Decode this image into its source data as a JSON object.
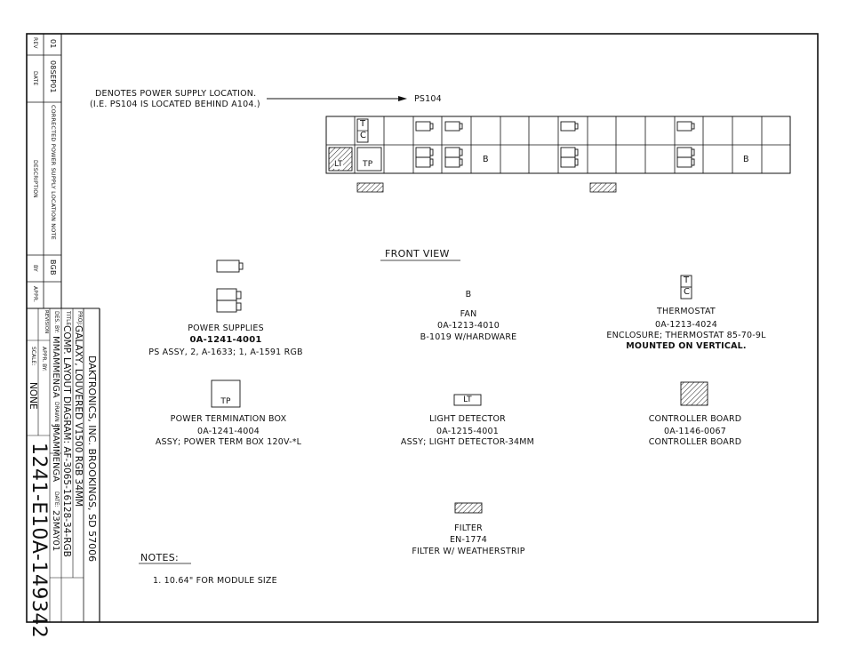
{
  "revision_block": {
    "headers": {
      "rev": "REV",
      "date": "DATE",
      "description": "DESCRIPTION",
      "by": "BY",
      "appr": "APPR."
    },
    "row": {
      "rev": "01",
      "date": "08SEP01",
      "description": "CORRECTED POWER SUPPLY LOCATION NOTE",
      "by": "BGB"
    }
  },
  "title_block": {
    "company": "DAKTRONICS, INC.  BROOKINGS, SD 57006",
    "proj_label": "PROJ:",
    "proj": "GALAXY, LOUVERED V1500 RGB 34MM",
    "title_label": "TITLE:",
    "title": "COMP. LAYOUT DIAGRAM: AF-3065-16128-34-RGB",
    "des_label": "DES. BY:",
    "des_by": "MMAMMENGA",
    "drawn_label": "DRAWN BY:",
    "drawn_by": "JMAMMENGA",
    "date_label": "DATE:",
    "date": "23MAY01",
    "revision_label": "REVISION",
    "appr_label": "APPR. BY:",
    "scale_label": "SCALE:",
    "scale": "NONE",
    "drawing_number": "1241-E10A-149342"
  },
  "callout": {
    "line1": "DENOTES POWER SUPPLY LOCATION.",
    "line2": "(I.E. PS104 IS LOCATED BEHIND A104.)",
    "target": "PS104"
  },
  "layout": {
    "tc_top": "T",
    "tc_bottom": "C",
    "lt": "LT",
    "tp": "TP",
    "fan_a": "B",
    "fan_b": "B"
  },
  "front_view_label": "FRONT VIEW",
  "legend": {
    "power_supplies": {
      "name": "POWER SUPPLIES",
      "part": "0A-1241-4001",
      "desc": "PS ASSY, 2, A-1633; 1, A-1591 RGB"
    },
    "fan": {
      "symbol": "B",
      "name": "FAN",
      "part": "0A-1213-4010",
      "desc": "B-1019 W/HARDWARE"
    },
    "thermostat": {
      "symbol_top": "T",
      "symbol_bottom": "C",
      "name": "THERMOSTAT",
      "part": "0A-1213-4024",
      "desc": "ENCLOSURE; THERMOSTAT 85-70-9L",
      "note": "MOUNTED ON VERTICAL."
    },
    "power_term": {
      "symbol": "TP",
      "name": "POWER TERMINATION BOX",
      "part": "0A-1241-4004",
      "desc": "ASSY; POWER TERM BOX 120V-*L"
    },
    "light_detector": {
      "symbol": "LT",
      "name": "LIGHT DETECTOR",
      "part": "0A-1215-4001",
      "desc": "ASSY; LIGHT DETECTOR-34MM"
    },
    "controller": {
      "name": "CONTROLLER BOARD",
      "part": "0A-1146-0067",
      "desc": "CONTROLLER BOARD"
    },
    "filter": {
      "name": "FILTER",
      "part": "EN-1774",
      "desc": "FILTER W/ WEATHERSTRIP"
    }
  },
  "notes": {
    "heading": "NOTES:",
    "items": [
      "1.   10.64\" FOR MODULE SIZE"
    ]
  }
}
